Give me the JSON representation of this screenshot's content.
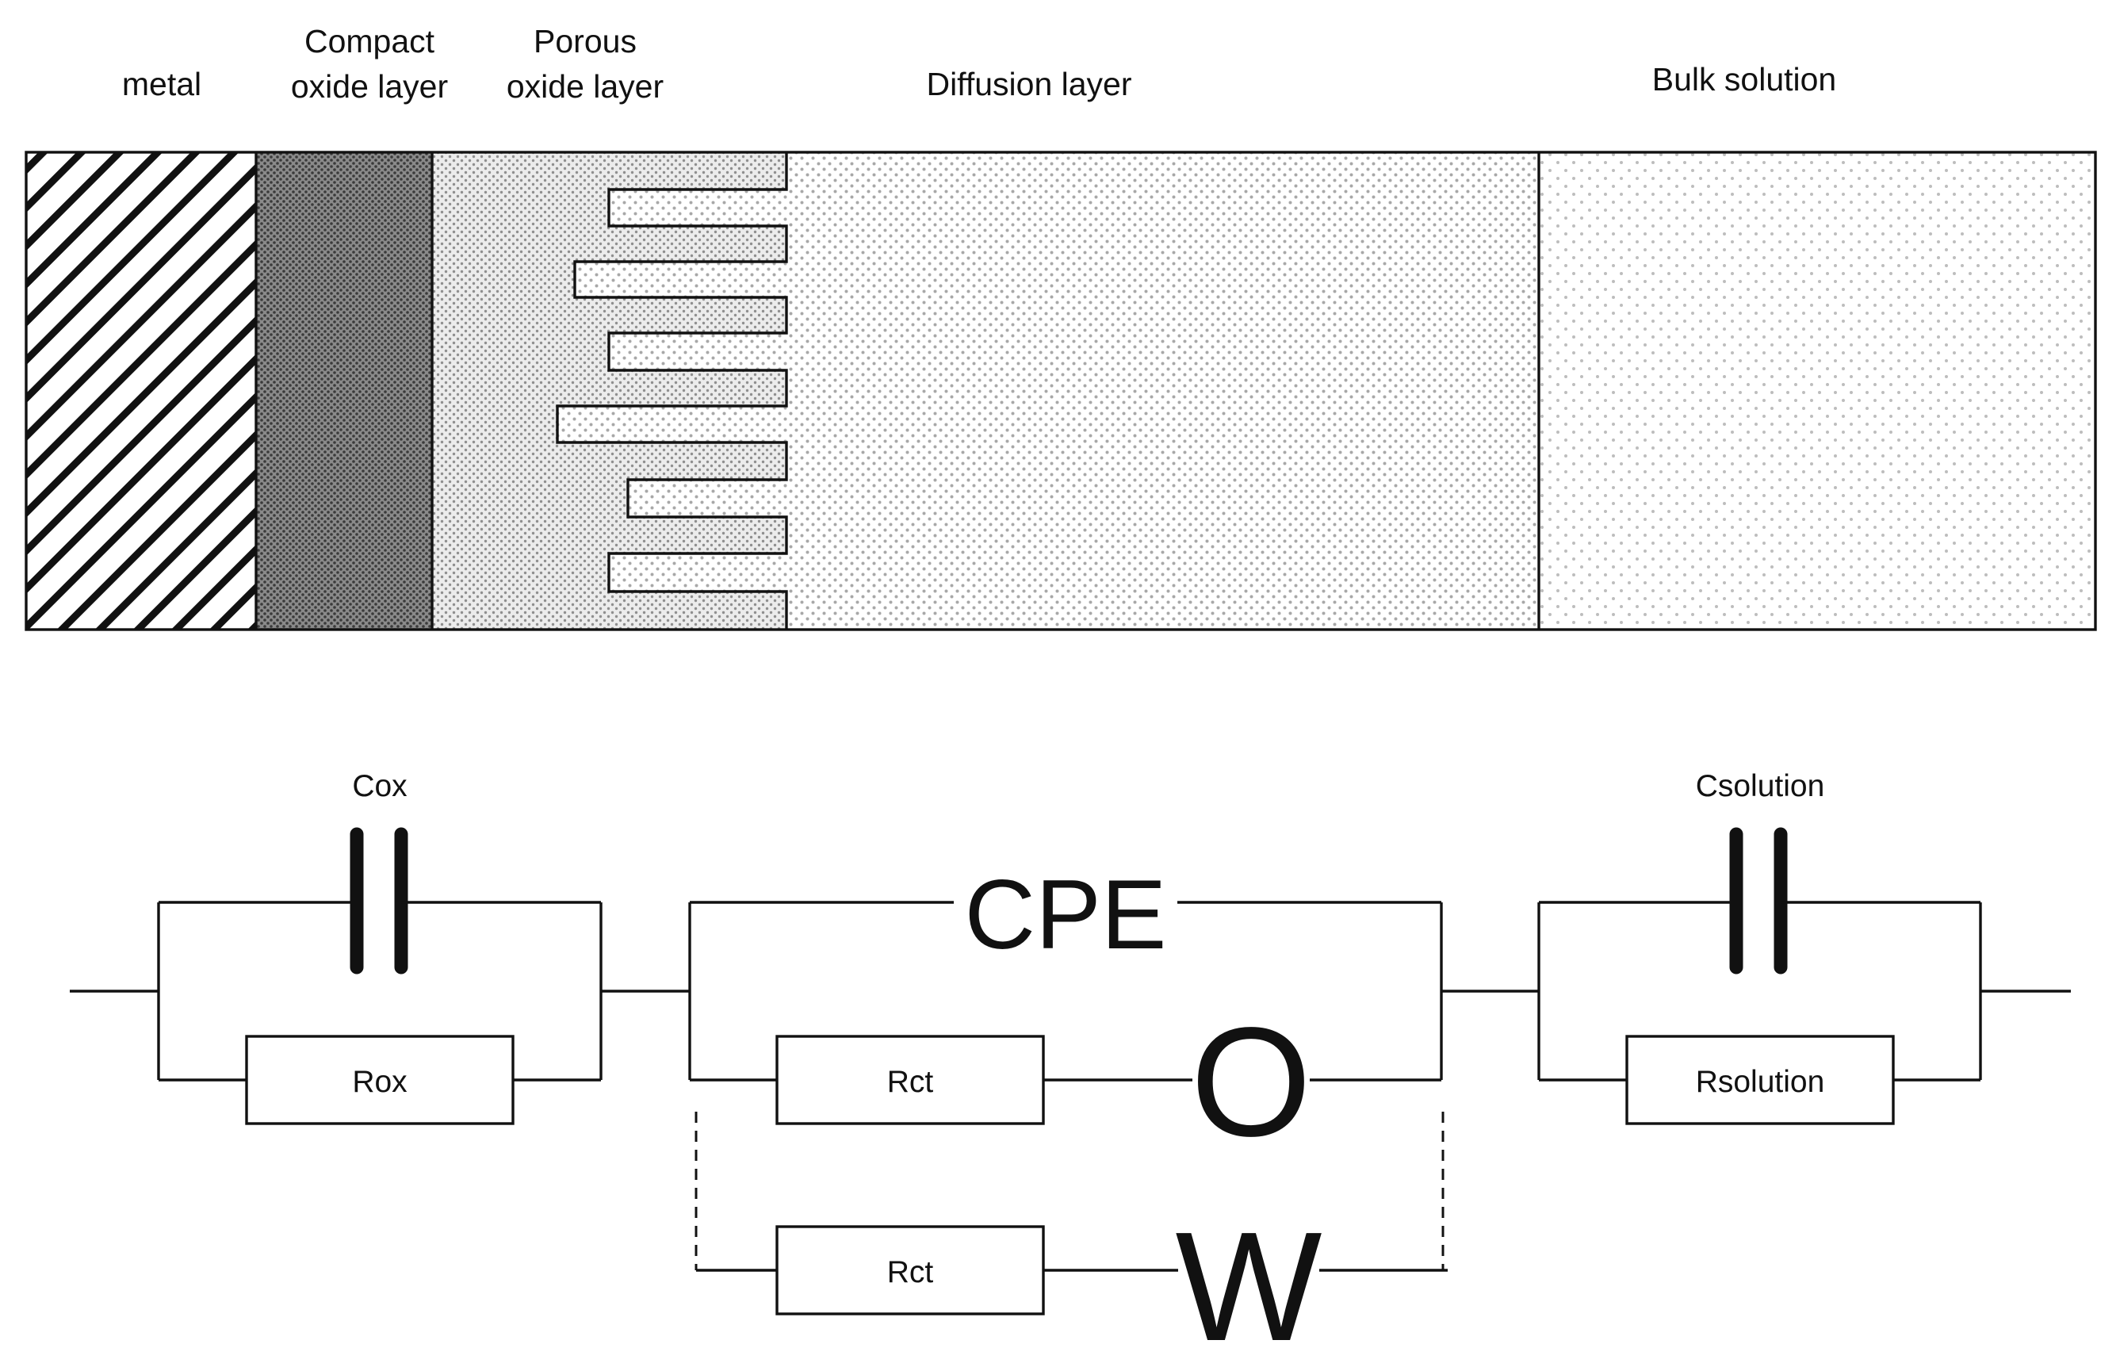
{
  "layers": {
    "metal": "metal",
    "compact_1": "Compact",
    "compact_2": "oxide layer",
    "porous_1": "Porous",
    "porous_2": "oxide layer",
    "diffusion": "Diffusion layer",
    "bulk": "Bulk solution"
  },
  "circuit": {
    "cox": "Cox",
    "rox": "Rox",
    "cpe": "CPE",
    "rct_top": "Rct",
    "o_element": "O",
    "rct_bottom": "Rct",
    "w_element": "W",
    "csolution": "Csolution",
    "rsolution": "Rsolution"
  },
  "colors": {
    "ink": "#111111",
    "compact_fill": "#6e6e6e",
    "porous_fill": "#c9c9c9",
    "diffusion_dot": "#b5b5b5",
    "bulk_dot": "#cfcfcf"
  }
}
